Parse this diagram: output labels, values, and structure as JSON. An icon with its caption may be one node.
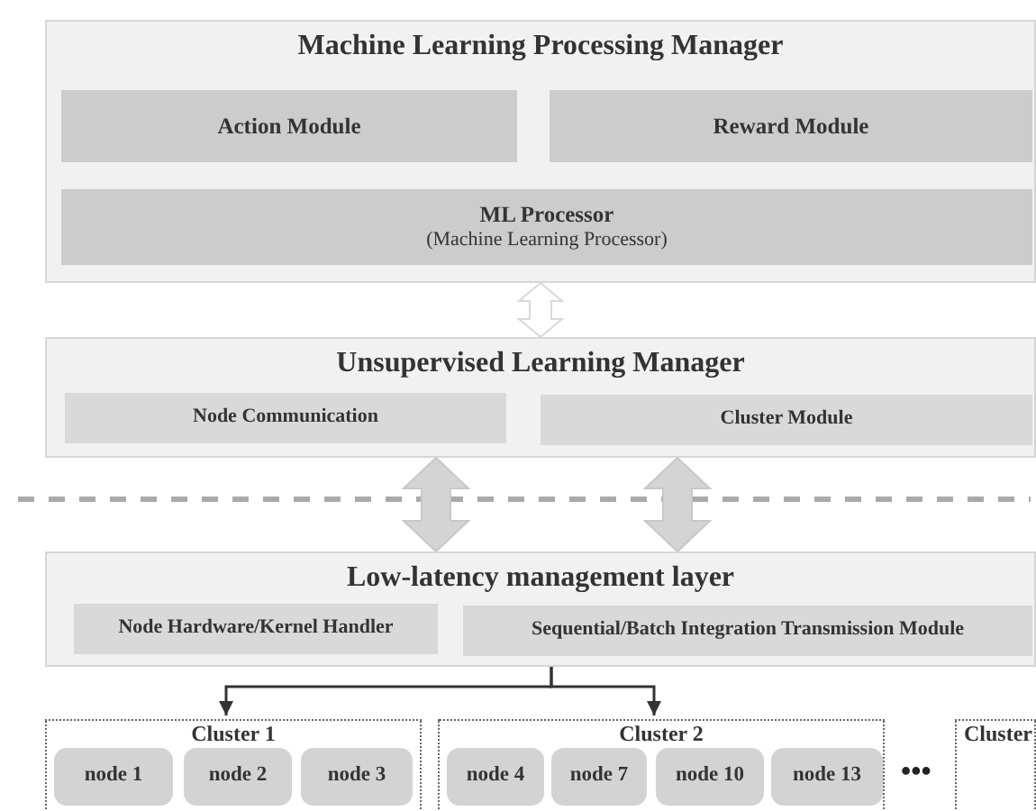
{
  "diagram": {
    "nodes": [
      {
        "text": [
          "Machine Learning Processing Manager"
        ]
      },
      {
        "text": [
          "Action Module"
        ],
        "in": 0
      },
      {
        "text": [
          "Reward Module"
        ],
        "in": 0
      },
      {
        "text": [
          "ML Processor",
          "(Machine Learning Processor)"
        ],
        "in": 0
      },
      {
        "text": [
          "Unsupervised Learning Manager"
        ]
      },
      {
        "text": [
          "Node Communication"
        ],
        "in": 4
      },
      {
        "text": [
          "Cluster Module"
        ],
        "in": 4
      },
      {
        "text": [
          "Low-latency management layer"
        ]
      },
      {
        "text": [
          "Node Hardware/Kernel Handler"
        ],
        "in": 7
      },
      {
        "text": [
          "Sequential/Batch Integration Transmission Module"
        ],
        "in": 7
      },
      {
        "text": [
          "Cluster 1"
        ]
      },
      {
        "text": [
          "node 1"
        ],
        "in": 10
      },
      {
        "text": [
          "node 2"
        ],
        "in": 10
      },
      {
        "text": [
          "node 3"
        ],
        "in": 10
      },
      {
        "text": [
          "Cluster 2"
        ]
      },
      {
        "text": [
          "node 4"
        ],
        "in": 14
      },
      {
        "text": [
          "node 7"
        ],
        "in": 14
      },
      {
        "text": [
          "node 10"
        ],
        "in": 14
      },
      {
        "text": [
          "node 13"
        ],
        "in": 14
      },
      {
        "text": [
          "Cluster"
        ]
      }
    ],
    "edges": [
      {
        "from": 0,
        "to": 4,
        "arrow": "both",
        "style": "thick",
        "color": "#e6e6e6"
      },
      {
        "from": 4,
        "to": 7,
        "arrow": "both",
        "style": "thick",
        "color": "#d4d4d4"
      },
      {
        "from": 4,
        "to": 7,
        "arrow": "both",
        "style": "thick",
        "color": "#d4d4d4"
      },
      {
        "from": 7,
        "to": 10,
        "arrow": "to"
      },
      {
        "from": 7,
        "to": 14,
        "arrow": "to"
      }
    ],
    "labels": [
      "•••"
    ]
  }
}
